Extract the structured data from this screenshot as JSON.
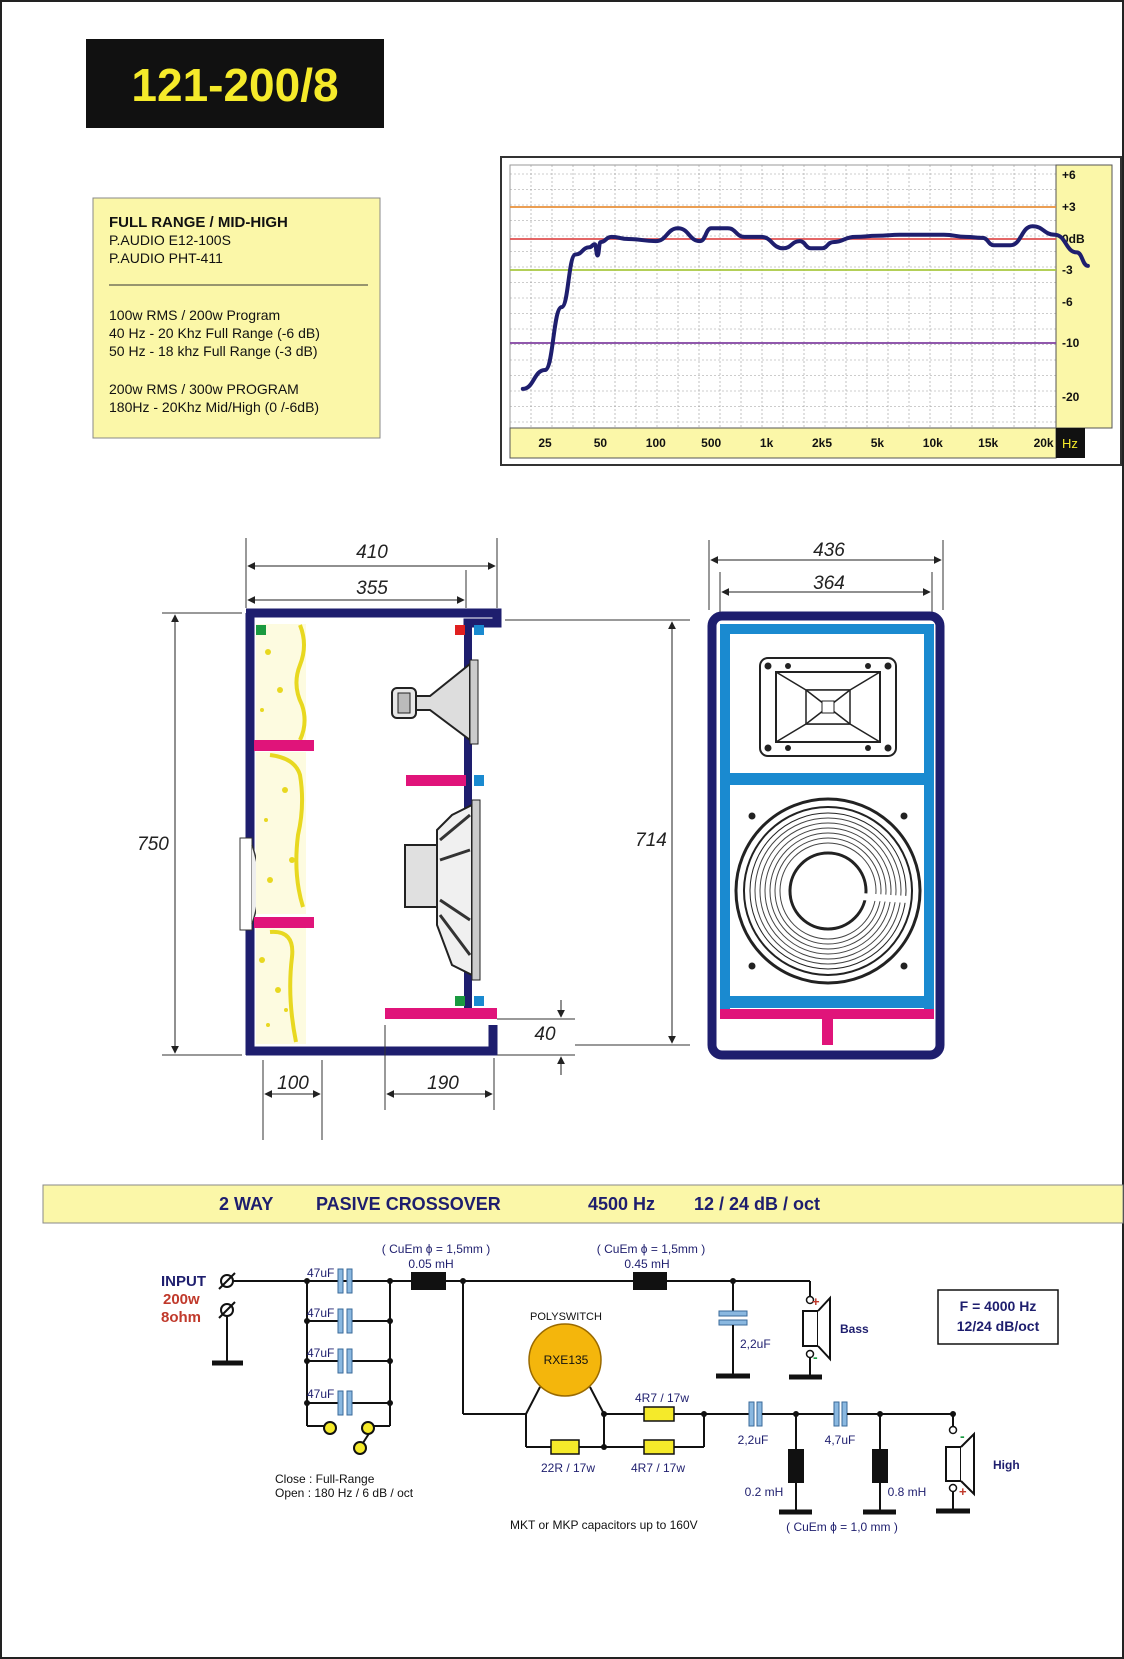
{
  "title": "121-200/8",
  "specs": {
    "header": "FULL RANGE  / MID-HIGH",
    "driver1": "P.AUDIO E12-100S",
    "driver2": "P.AUDIO PHT-411",
    "line1": "100w RMS / 200w  Program",
    "line2": "40 Hz - 20 Khz  Full Range (-6 dB)",
    "line3": "50 Hz - 18 khz   Full Range (-3 dB)",
    "line4": "200w RMS / 300w PROGRAM",
    "line5": "180Hz - 20Khz  Mid/High (0 /-6dB)"
  },
  "chart_data": {
    "type": "line",
    "x_ticks": [
      "25",
      "50",
      "100",
      "500",
      "1k",
      "2k5",
      "5k",
      "10k",
      "15k",
      "20k"
    ],
    "x_unit": "Hz",
    "y_ticks": [
      "+6",
      "+3",
      "0dB",
      "-3",
      "-6",
      "-10",
      "-20"
    ],
    "reference_lines": [
      {
        "level": "+3",
        "color": "#e8903a"
      },
      {
        "level": "0dB",
        "color": "#e05050"
      },
      {
        "level": "-3",
        "color": "#a8c840"
      },
      {
        "level": "-10",
        "color": "#8040a0"
      }
    ],
    "series": [
      {
        "color": "#1e1e6e",
        "x_tick_pos": [
          -0.4,
          0.0,
          0.3,
          0.55,
          0.8,
          0.9,
          0.95,
          1.0,
          1.2,
          1.5,
          2.0,
          2.4,
          2.8,
          3.0,
          3.3,
          3.6,
          3.9,
          4.3,
          4.6,
          4.8,
          5.0,
          5.2,
          5.6,
          6.0,
          6.4,
          6.8,
          7.2,
          7.6,
          7.9,
          8.1,
          8.4,
          8.8,
          9.2,
          9.6,
          9.8
        ],
        "values": [
          -18.5,
          -15.0,
          -6.5,
          -1.5,
          -0.8,
          -0.5,
          -1.6,
          -0.3,
          0.2,
          0.0,
          -0.2,
          1.0,
          -0.2,
          1.0,
          1.0,
          0.2,
          0.2,
          -0.9,
          -0.2,
          -0.9,
          -0.9,
          -0.3,
          0.2,
          0.3,
          0.4,
          0.4,
          0.4,
          0.2,
          0.1,
          -0.6,
          -0.6,
          1.2,
          0.4,
          -1.3,
          -2.6
        ]
      }
    ]
  },
  "dimensions": {
    "side_depth": "410",
    "side_inner": "355",
    "height": "750",
    "inner_height": "714",
    "port_depth": "100",
    "bottom_depth": "190",
    "base_height": "40",
    "front_width": "436",
    "front_inner": "364"
  },
  "crossover": {
    "banner": {
      "a": "2 WAY",
      "b": "PASIVE  CROSSOVER",
      "c": "4500 Hz",
      "d": "12 / 24 dB / oct"
    },
    "input": "INPUT",
    "power": "200w",
    "impedance": "8ohm",
    "cap_47": "47uF",
    "coil1_spec": "( CuEm ϕ = 1,5mm )",
    "coil1_val": "0.05 mH",
    "coil2_spec": "( CuEm ϕ = 1,5mm )",
    "coil2_val": "0.45 mH",
    "polyswitch": "POLYSWITCH",
    "rxe": "RXE135",
    "cap_bass": "2,2uF",
    "bass": "Bass",
    "f_box_1": "F = 4000 Hz",
    "f_box_2": "12/24 dB/oct",
    "res1": "4R7 / 17w",
    "res2": "22R / 17w",
    "res3": "4R7 / 17w",
    "cap_h1": "2,2uF",
    "cap_h2": "4,7uF",
    "coil_h1": "0.2 mH",
    "coil_h2": "0.8 mH",
    "coil_h_spec": "( CuEm ϕ = 1,0 mm )",
    "high": "High",
    "switch_close": "Close   : Full-Range",
    "switch_open": "Open    : 180 Hz / 6 dB / oct",
    "caps_note": "MKT or  MKP capacitors up to 160V",
    "plus": "+",
    "minus": "-"
  }
}
